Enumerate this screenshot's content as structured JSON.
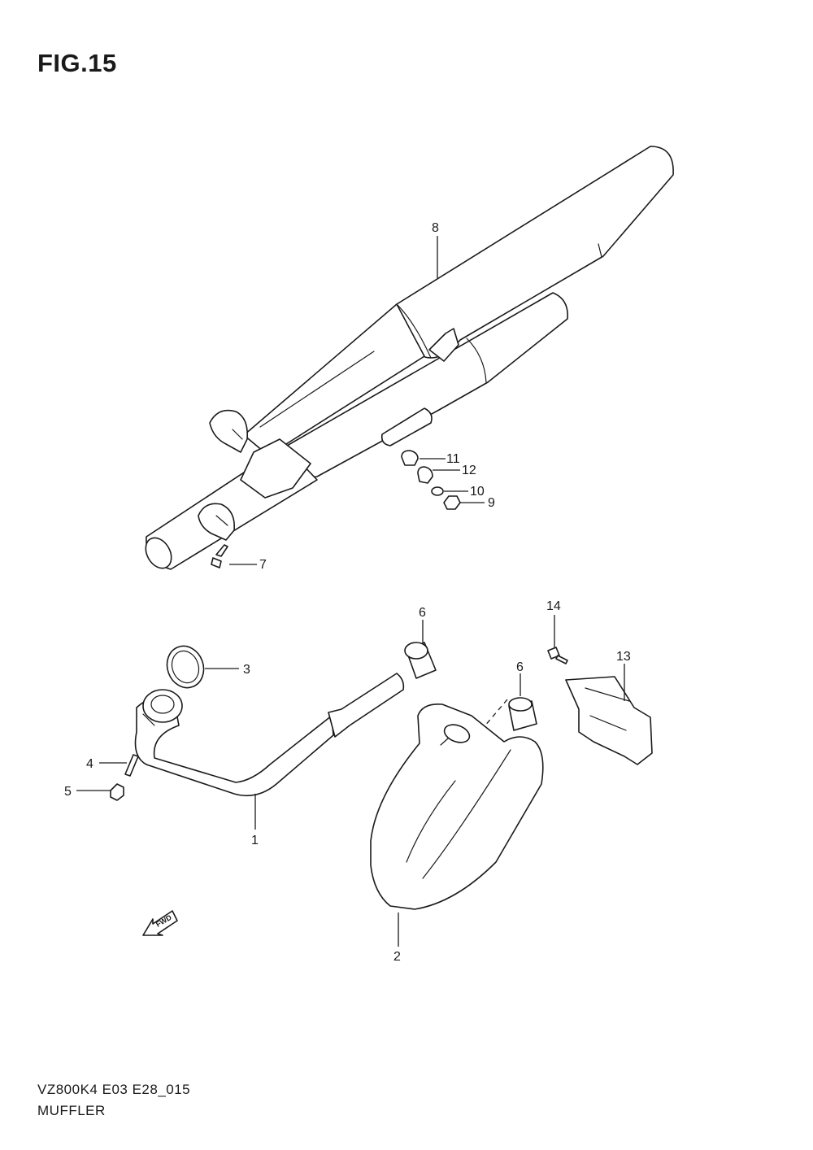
{
  "figure": {
    "title": "FIG.15",
    "model_code": "VZ800K4 E03 E28_015",
    "section_name": "MUFFLER",
    "direction_label": "FWD"
  },
  "callouts": [
    {
      "id": "c1",
      "label": "1"
    },
    {
      "id": "c2",
      "label": "2"
    },
    {
      "id": "c3",
      "label": "3"
    },
    {
      "id": "c4",
      "label": "4"
    },
    {
      "id": "c5",
      "label": "5"
    },
    {
      "id": "c6a",
      "label": "6"
    },
    {
      "id": "c6b",
      "label": "6"
    },
    {
      "id": "c7",
      "label": "7"
    },
    {
      "id": "c8",
      "label": "8"
    },
    {
      "id": "c9",
      "label": "9"
    },
    {
      "id": "c10",
      "label": "10"
    },
    {
      "id": "c11",
      "label": "11"
    },
    {
      "id": "c12",
      "label": "12"
    },
    {
      "id": "c13",
      "label": "13"
    },
    {
      "id": "c14",
      "label": "14"
    }
  ]
}
